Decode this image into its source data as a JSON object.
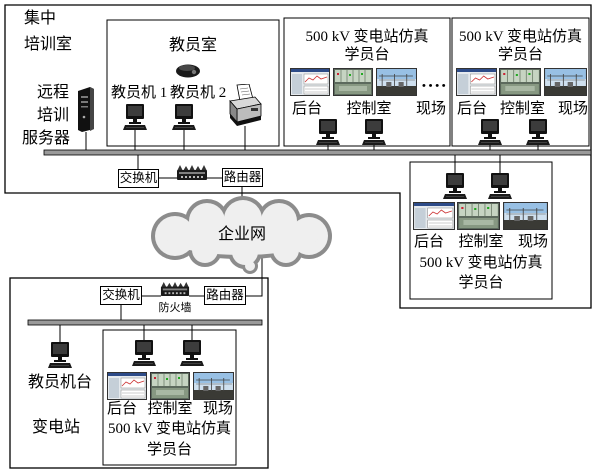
{
  "training_room": {
    "label_line1": "集中",
    "label_line2": "培训室",
    "remote_server": {
      "line1": "远程",
      "line2": "培训",
      "line3": "服务器"
    },
    "instructor_room": {
      "title": "教员室",
      "pc1_label": "教员机 1",
      "pc2_label": "教员机 2"
    },
    "more_desks_indicator": "• • • •",
    "switch_label": "交换机",
    "router_label": "路由器",
    "desks": [
      {
        "title": "500 kV 变电站仿真",
        "subtitle": "学员台",
        "screens": [
          "后台",
          "控制室",
          "现场"
        ]
      },
      {
        "title": "500 kV 变电站仿真",
        "subtitle": "学员台",
        "screens": [
          "后台",
          "控制室",
          "现场"
        ]
      },
      {
        "title": "500 kV 变电站仿真",
        "subtitle": "学员台",
        "screens": [
          "后台",
          "控制室",
          "现场"
        ]
      }
    ]
  },
  "enterprise_network": {
    "label": "企业网"
  },
  "substation": {
    "label": "变电站",
    "switch_label": "交换机",
    "firewall_label": "防火墙",
    "router_label": "路由器",
    "instructor_label": "教员机台",
    "desk": {
      "title": "500 kV 变电站仿真",
      "subtitle": "学员台",
      "screens": [
        "后台",
        "控制室",
        "现场"
      ]
    }
  },
  "icons": {
    "server": "server-icon",
    "projector": "projector-icon",
    "printer": "printer-icon",
    "computer": "computer-icon",
    "hub": "hub-icon",
    "firewall": "firewall-icon",
    "cloud": "cloud-icon"
  },
  "colors": {
    "line": "#000000",
    "bus_fill": "#9a9a9a",
    "cloud_outline": "#8c8c8c",
    "cloud_fill": "#efefef"
  }
}
